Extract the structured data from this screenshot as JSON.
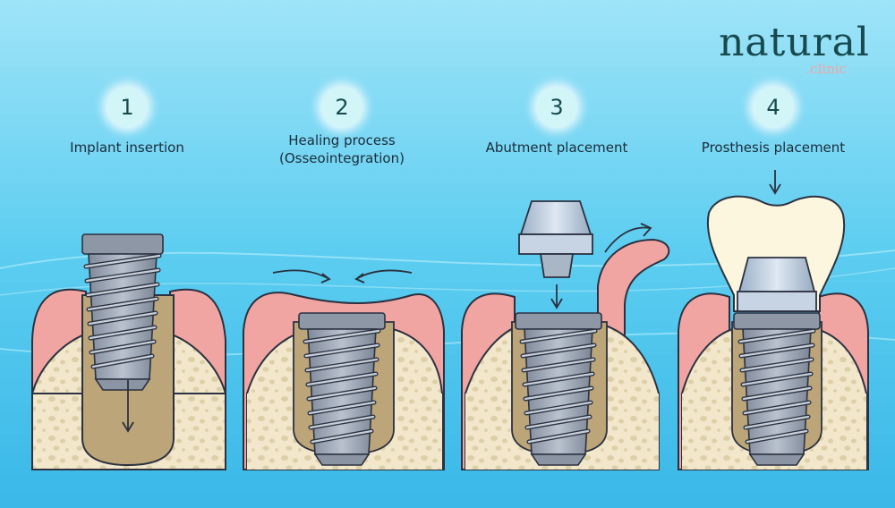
{
  "brand": {
    "name": "natural",
    "sub": ".clinic"
  },
  "colors": {
    "background": "#4fc6ee",
    "gum": "#f1a5a3",
    "bone": "#f1e5c8",
    "metal": "#9aa4b3",
    "crown": "#fbf6dd",
    "text": "#1a2c3a",
    "brand": "#17494e"
  },
  "steps": [
    {
      "number": "1",
      "label": "Implant  insertion"
    },
    {
      "number": "2",
      "label": "Healing process\n(Osseointegration)"
    },
    {
      "number": "3",
      "label": "Abutment placement"
    },
    {
      "number": "4",
      "label": "Prosthesis placement"
    }
  ]
}
